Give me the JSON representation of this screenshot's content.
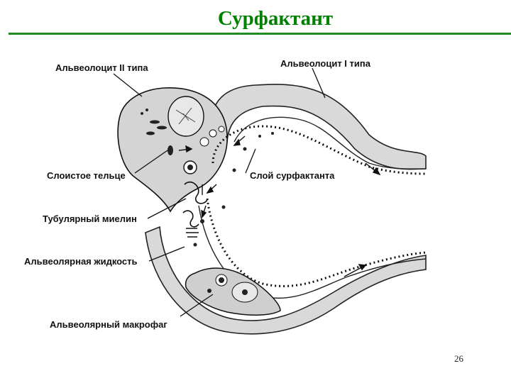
{
  "title": "Сурфактант",
  "labels": {
    "alveolocyte_ii": "Альвеолоцит II типа",
    "alveolocyte_i": "Альвеолоцит I типа",
    "lamellar_body": "Слоистое тельце",
    "surfactant_layer": "Слой сурфактанта",
    "tubular_myelin": "Тубулярный миелин",
    "alveolar_fluid": "Альвеолярная жидкость",
    "alveolar_macrophage": "Альвеолярный макрофаг"
  },
  "page_number": "26",
  "colors": {
    "title": "#008000",
    "rule": "#1e8c1e"
  }
}
